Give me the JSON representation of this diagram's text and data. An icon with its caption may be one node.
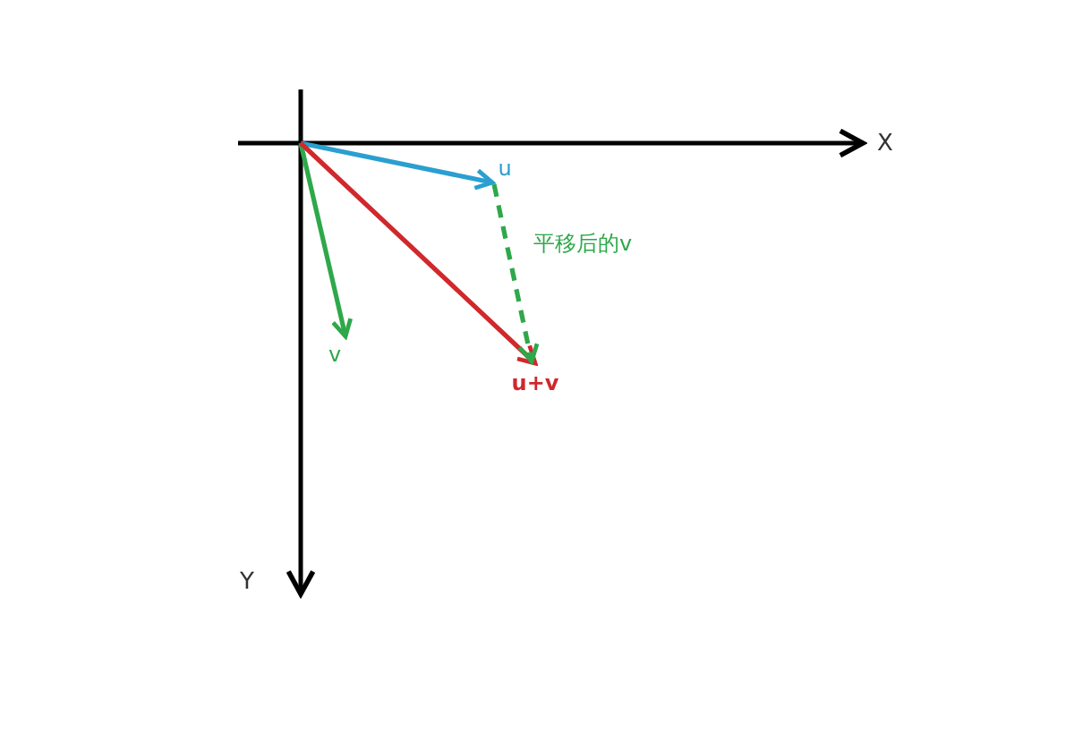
{
  "diagram": {
    "nodes": [
      {
        "text": [
          "u"
        ]
      },
      {
        "text": [
          "v"
        ]
      },
      {
        "text": [
          "u+v"
        ]
      }
    ],
    "edges": [
      {
        "from": null,
        "to": 0,
        "arrow": "to",
        "color": "#2a9fd0"
      },
      {
        "from": null,
        "to": 1,
        "arrow": "to",
        "color": "#2ea84a"
      },
      {
        "from": null,
        "to": 2,
        "arrow": "to",
        "color": "#d0282c"
      },
      {
        "from": 0,
        "to": 2,
        "arrow": "to",
        "style": "dashed",
        "color": "#2ea84a",
        "label": "平移后的v"
      }
    ],
    "labels": [
      "X",
      "Y"
    ]
  }
}
